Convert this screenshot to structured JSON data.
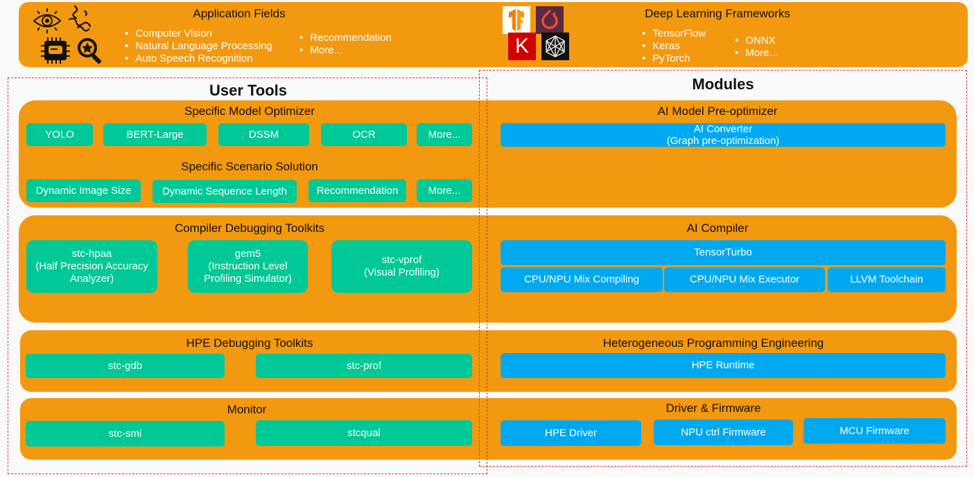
{
  "top": {
    "app_title": "Application Fields",
    "app_items_1": [
      "Computer Vision",
      "Natural Language Processing",
      "Auto Speech Recognition"
    ],
    "app_items_2": [
      "Recommendation",
      "More..."
    ],
    "dl_title": "Deep Learning Frameworks",
    "dl_items_1": [
      "TensorFlow",
      "Keras",
      "PyTorch"
    ],
    "dl_items_2": [
      "ONNX",
      "More..."
    ],
    "logo_keras_letter": "K",
    "icons": [
      "eye-chip-icon",
      "scribble-icon",
      "chip-chat-icon",
      "star-search-icon"
    ]
  },
  "headers": {
    "user_tools": "User Tools",
    "modules": "Modules"
  },
  "row1": {
    "left_title": "Specific Model Optimizer",
    "models": [
      "YOLO",
      "BERT-Large",
      "DSSM",
      "OCR",
      "More..."
    ],
    "scenario_title": "Specific Scenario Solution",
    "scenarios": [
      "Dynamic Image Size",
      "Dynamic Sequence Length",
      "Recommendation",
      "More..."
    ],
    "right_title": "AI Model Pre-optimizer",
    "converter_line1": "AI Converter",
    "converter_line2": "(Graph pre-optimization)"
  },
  "row2": {
    "left_title": "Compiler Debugging Toolkits",
    "tools": [
      {
        "name": "stc-hpaa",
        "line2": "(Half Precision Accuracy",
        "line3": "Analyzer)"
      },
      {
        "name": "gem5",
        "line2": "(Instruction Level",
        "line3": "Profiling Simulator)"
      },
      {
        "name": "stc-vprof",
        "line2": "(Visual Profiling)",
        "line3": ""
      }
    ],
    "right_title": "AI Compiler",
    "turbo": "TensorTurbo",
    "compiler_items": [
      "CPU/NPU Mix Compiling",
      "CPU/NPU Mix Executor",
      "LLVM Toolchain"
    ]
  },
  "row3": {
    "left_title": "HPE Debugging Toolkits",
    "tools": [
      "stc-gdb",
      "stc-prof"
    ],
    "right_title": "Heterogeneous Programming Engineering",
    "runtime": "HPE Runtime"
  },
  "row4": {
    "left_title": "Monitor",
    "tools": [
      "stc-smi",
      "stcqual"
    ],
    "right_title": "Driver & Firmware",
    "items": [
      "HPE Driver",
      "NPU ctrl Firmware",
      "MCU Firmware"
    ]
  },
  "colors": {
    "band": "#f2990f",
    "green": "#00c896",
    "blue": "#00a9ef",
    "dash": "#e03030"
  }
}
